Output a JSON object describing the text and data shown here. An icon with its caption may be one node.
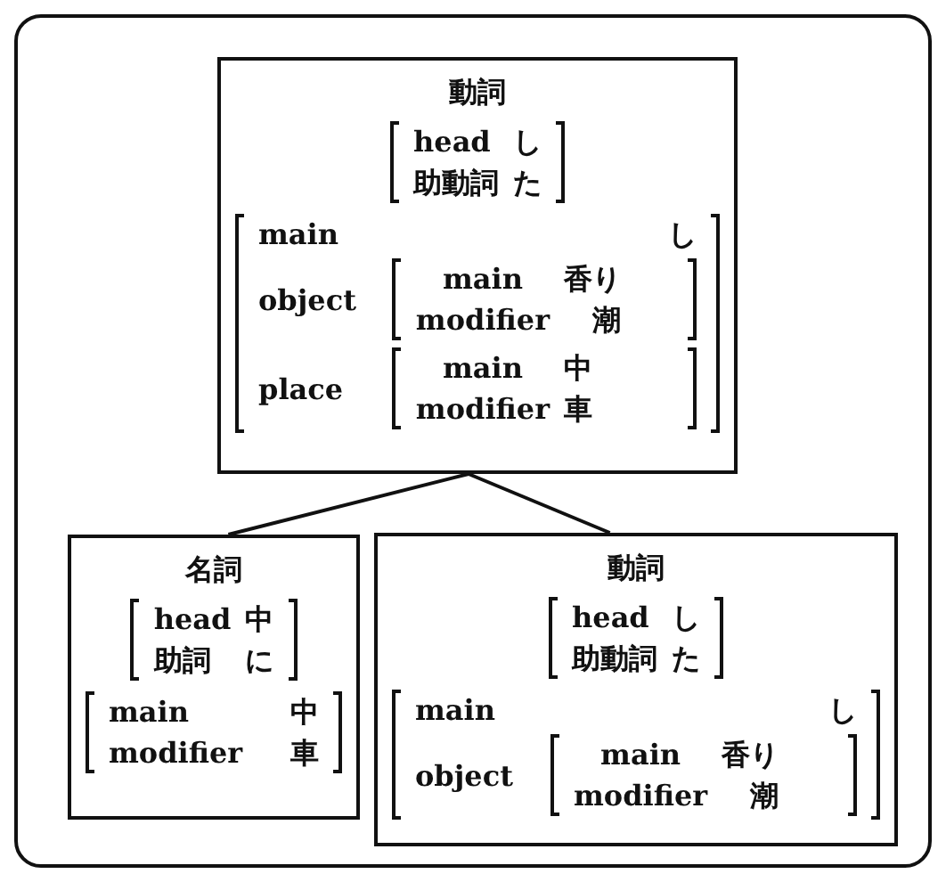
{
  "diagram": {
    "nodes": [
      {
        "text": [
          "動詞",
          "head",
          "し",
          "助動詞",
          "た",
          "main",
          "し",
          "object",
          "main",
          "香り",
          "modifier",
          "潮",
          "place",
          "main",
          "中",
          "modifier",
          "車"
        ]
      },
      {
        "text": [
          "名詞",
          "head",
          "中",
          "助詞",
          "に",
          "main",
          "中",
          "modifier",
          "車"
        ]
      },
      {
        "text": [
          "動詞",
          "head",
          "し",
          "助動詞",
          "た",
          "main",
          "し",
          "object",
          "main",
          "香り",
          "modifier",
          "潮"
        ]
      }
    ],
    "edges": [
      {
        "from": 0,
        "to": 1,
        "arrow": "none"
      },
      {
        "from": 0,
        "to": 2,
        "arrow": "none"
      }
    ]
  }
}
